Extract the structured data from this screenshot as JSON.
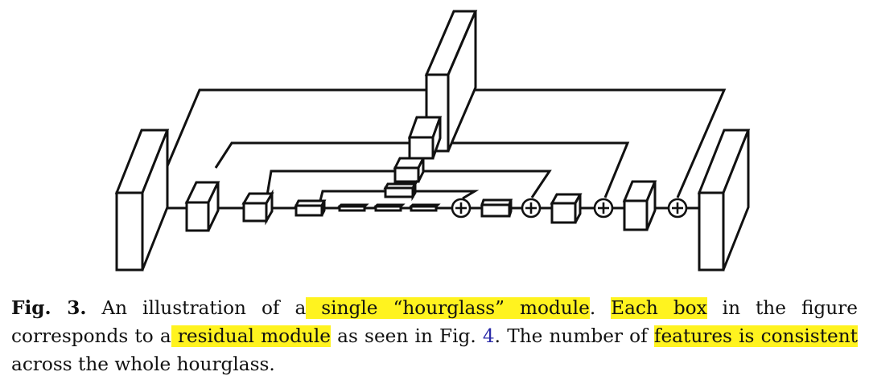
{
  "colors": {
    "highlight": "#fff31f",
    "link": "#2a2aa8",
    "ink": "#111111"
  },
  "caption": {
    "label": "Fig. 3.",
    "t1": " An illustration of a",
    "h1": " single “hourglass” module",
    "t2": ". ",
    "h2": "Each box",
    "t3": " in the figure corresponds to a",
    "h3": " residual module",
    "t4": " as seen in Fig. ",
    "ref": "4",
    "t5": ". The number of ",
    "h4": "features is consistent",
    "t6": " across the whole hourglass."
  }
}
